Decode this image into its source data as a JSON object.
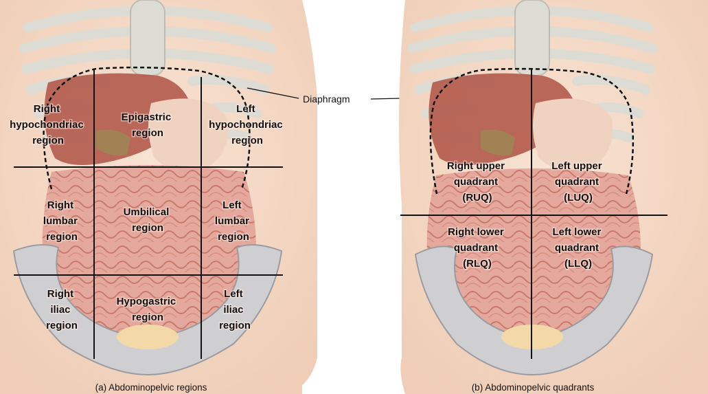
{
  "callout": {
    "diaphragm": "Diaphragm"
  },
  "panel_a": {
    "caption": "(a) Abdominopelvic regions",
    "regions": {
      "right_hypochondriac": [
        "Right",
        "hypochondriac",
        "region"
      ],
      "epigastric": [
        "Epigastric",
        "region"
      ],
      "left_hypochondriac": [
        "Left",
        "hypochondriac",
        "region"
      ],
      "right_lumbar": [
        "Right",
        "lumbar",
        "region"
      ],
      "umbilical": [
        "Umbilical",
        "region"
      ],
      "left_lumbar": [
        "Left",
        "lumbar",
        "region"
      ],
      "right_iliac": [
        "Right",
        "iliac",
        "region"
      ],
      "hypogastric": [
        "Hypogastric",
        "region"
      ],
      "left_iliac": [
        "Left",
        "iliac",
        "region"
      ]
    }
  },
  "panel_b": {
    "caption": "(b) Abdominopelvic quadrants",
    "quadrants": {
      "ruq": [
        "Right upper",
        "quadrant",
        "(RUQ)"
      ],
      "luq": [
        "Left upper",
        "quadrant",
        "(LUQ)"
      ],
      "rlq": [
        "Right lower",
        "quadrant",
        "(RLQ)"
      ],
      "llq": [
        "Left lower",
        "quadrant",
        "(LLQ)"
      ]
    }
  },
  "colors": {
    "skin": "#f6dcc8",
    "bone": "#dcdcd4",
    "bone_outline": "#bdbdb4",
    "organ": "#b35a4b",
    "intestine": "#e3a59a",
    "pelvis": "#cfcfd2",
    "line": "#111111"
  }
}
